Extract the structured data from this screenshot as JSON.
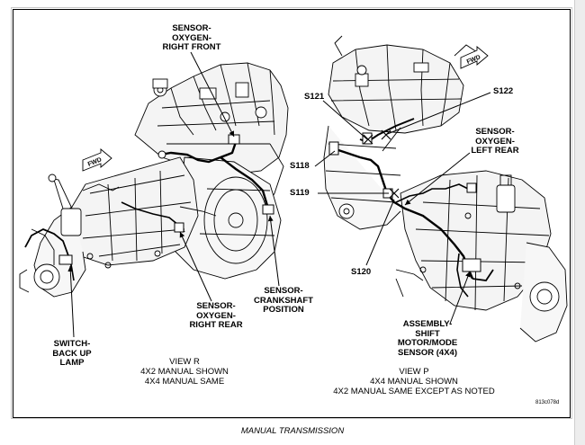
{
  "labels": {
    "sensor_o2_right_front": [
      "SENSOR-",
      "OXYGEN-",
      "RIGHT FRONT"
    ],
    "sensor_o2_right_rear": [
      "SENSOR-",
      "OXYGEN-",
      "RIGHT REAR"
    ],
    "sensor_crankshaft": [
      "SENSOR-",
      "CRANKSHAFT",
      "POSITION"
    ],
    "switch_backup": [
      "SWITCH-",
      "BACK UP",
      "LAMP"
    ],
    "sensor_o2_left_rear": [
      "SENSOR-",
      "OXYGEN-",
      "LEFT REAR"
    ],
    "shift_motor": [
      "ASSEMBLY-",
      "SHIFT",
      "MOTOR/MODE",
      "SENSOR (4X4)"
    ]
  },
  "connectors": {
    "s121": "S121",
    "s122": "S122",
    "s118": "S118",
    "s119": "S119",
    "s120": "S120"
  },
  "fwd": "FWD",
  "view_r": [
    "VIEW R",
    "4X2  MANUAL  SHOWN",
    "4X4  MANUAL  SAME"
  ],
  "view_p": [
    "VIEW P",
    "4X4  MANUAL  SHOWN",
    "4X2  MANUAL  SAME  EXCEPT  AS  NOTED"
  ],
  "figure_id": "813c078d",
  "footer_title": "MANUAL TRANSMISSION"
}
